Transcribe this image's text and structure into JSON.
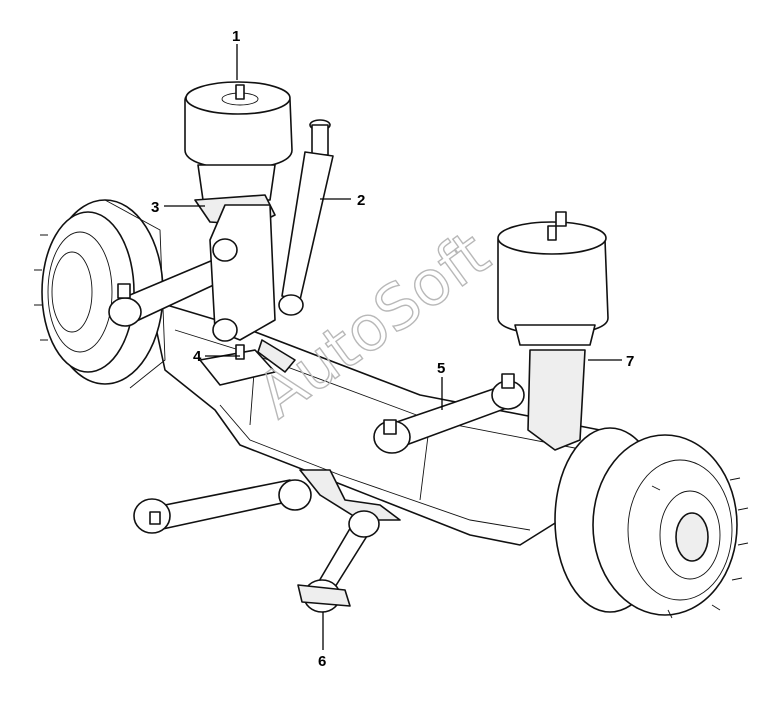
{
  "watermark": "AutoSoft",
  "callouts": [
    "1",
    "2",
    "3",
    "4",
    "5",
    "6",
    "7"
  ],
  "colors": {
    "line": "#111111",
    "fill": "#ffffff",
    "shade": "#eeeeee",
    "watermark": "#b8b8b8"
  }
}
